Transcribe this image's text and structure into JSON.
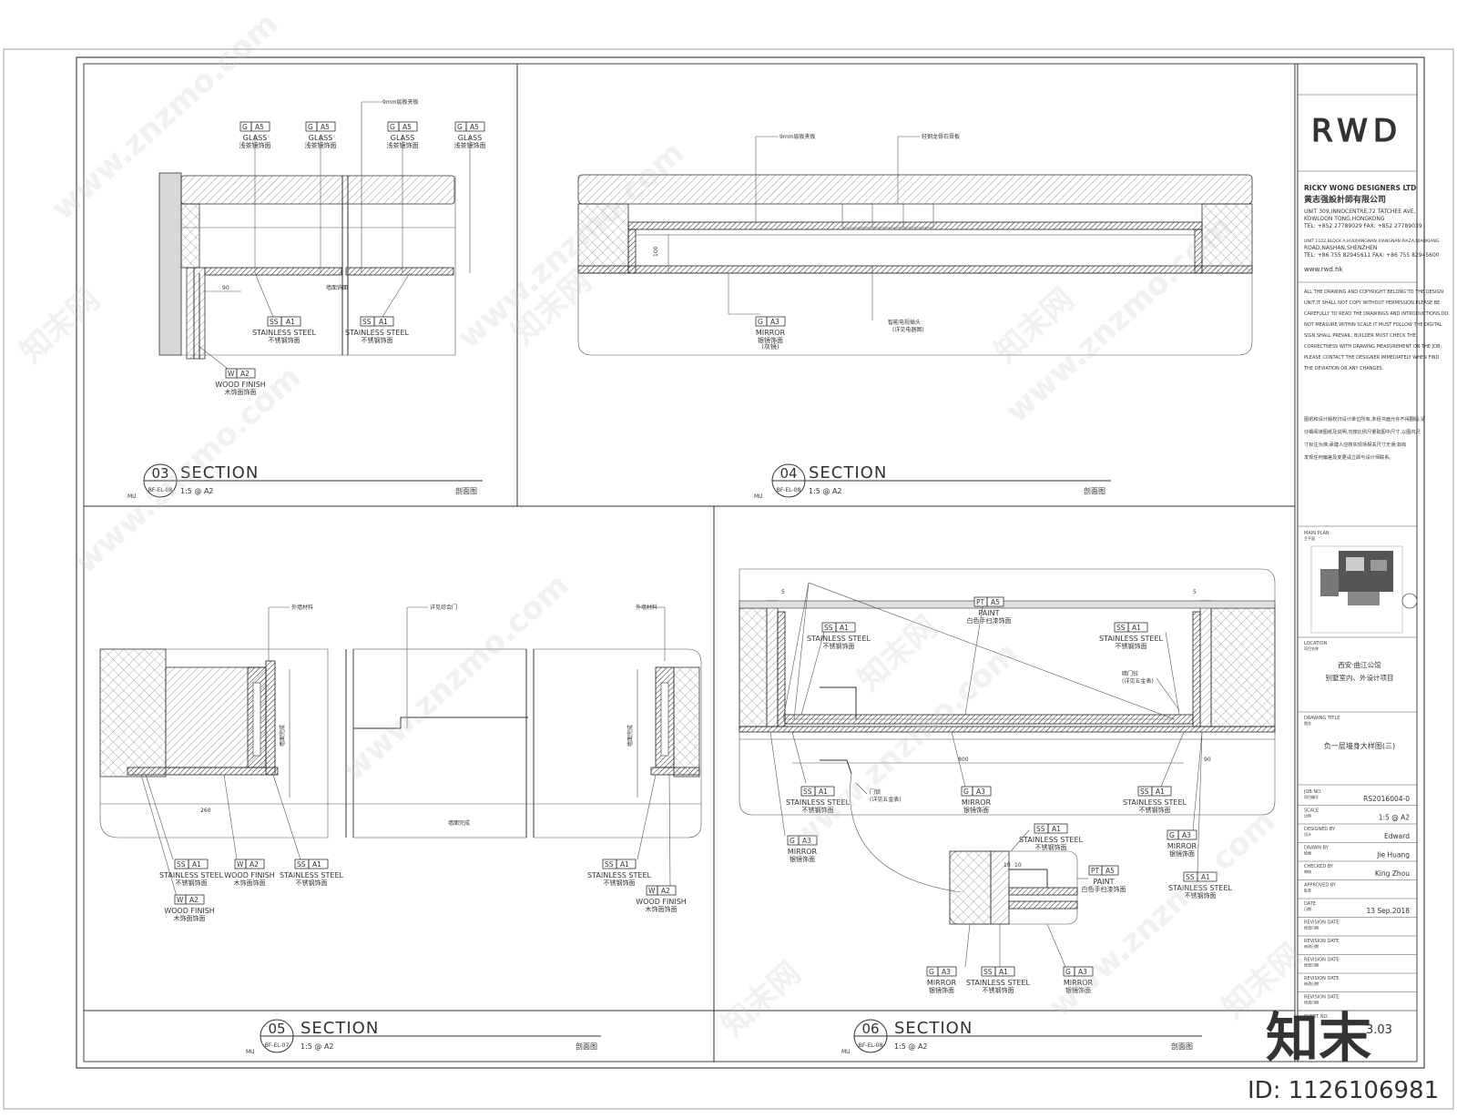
{
  "sections": [
    {
      "id": "s03",
      "number": "03",
      "title": "SECTION",
      "ref": "BF-EL-08",
      "mu": "MU",
      "scale": "1:5 @ A2",
      "cn_title": "剖面图",
      "tags": [
        {
          "code": "G",
          "num": "A5",
          "en": "GLASS",
          "cn": "浅茶镜饰面"
        },
        {
          "code": "G",
          "num": "A5",
          "en": "GLASS",
          "cn": "浅茶镜饰面"
        },
        {
          "code": "G",
          "num": "A5",
          "en": "GLASS",
          "cn": "浅茶镜饰面"
        },
        {
          "code": "G",
          "num": "A5",
          "en": "GLASS",
          "cn": "浅茶镜饰面"
        },
        {
          "code": "SS",
          "num": "A1",
          "en": "STAINLESS STEEL",
          "cn": "不锈钢饰面"
        },
        {
          "code": "SS",
          "num": "A1",
          "en": "STAINLESS STEEL",
          "cn": "不锈钢饰面"
        },
        {
          "code": "W",
          "num": "A2",
          "en": "WOOD FINISH",
          "cn": "木饰面饰面"
        }
      ],
      "notes": [
        "9mm层板夹板",
        "90",
        "墙面饰面"
      ]
    },
    {
      "id": "s04",
      "number": "04",
      "title": "SECTION",
      "ref": "BF-EL-08",
      "mu": "MU",
      "scale": "1:5 @ A2",
      "cn_title": "剖面图",
      "tags": [
        {
          "code": "G",
          "num": "A3",
          "en": "MIRROR",
          "cn": "银镜饰面",
          "extra": "(灰镜)"
        }
      ],
      "notes": [
        "9mm层板夹板",
        "轻钢龙骨石膏板",
        "100",
        "智能电视插头",
        "(详见电器图)"
      ]
    },
    {
      "id": "s05",
      "number": "05",
      "title": "SECTION",
      "ref": "BF-EL-07",
      "mu": "MU",
      "scale": "1:5 @ A2",
      "cn_title": "剖面图",
      "tags": [
        {
          "code": "SS",
          "num": "A1",
          "en": "STAINLESS STEEL",
          "cn": "不锈钢饰面"
        },
        {
          "code": "W",
          "num": "A2",
          "en": "WOOD FINISH",
          "cn": "木饰面饰面"
        },
        {
          "code": "SS",
          "num": "A1",
          "en": "STAINLESS STEEL",
          "cn": "不锈钢饰面"
        },
        {
          "code": "W",
          "num": "A2",
          "en": "WOOD FINISH",
          "cn": "木饰面饰面"
        },
        {
          "code": "SS",
          "num": "A1",
          "en": "STAINLESS STEEL",
          "cn": "不锈钢饰面"
        },
        {
          "code": "W",
          "num": "A2",
          "en": "WOOD FINISH",
          "cn": "木饰面饰面"
        }
      ],
      "notes": [
        "外墙材料",
        "详见综合门",
        "外墙材料",
        "260",
        "墙面完成",
        "墙面完成",
        "墙面完成"
      ]
    },
    {
      "id": "s06",
      "number": "06",
      "title": "SECTION",
      "ref": "BF-EL-08",
      "mu": "MU",
      "scale": "1:5 @ A2",
      "cn_title": "剖面图",
      "tags": [
        {
          "code": "PT",
          "num": "A5",
          "en": "PAINT",
          "cn": "白色手扫漆饰面"
        },
        {
          "code": "SS",
          "num": "A1",
          "en": "STAINLESS STEEL",
          "cn": "不锈钢饰面"
        },
        {
          "code": "SS",
          "num": "A1",
          "en": "STAINLESS STEEL",
          "cn": "不锈钢饰面"
        },
        {
          "code": "SS",
          "num": "A1",
          "en": "STAINLESS STEEL",
          "cn": "不锈钢饰面"
        },
        {
          "code": "G",
          "num": "A3",
          "en": "MIRROR",
          "cn": "银镜饰面"
        },
        {
          "code": "SS",
          "num": "A1",
          "en": "STAINLESS STEEL",
          "cn": "不锈钢饰面"
        },
        {
          "code": "G",
          "num": "A3",
          "en": "MIRROR",
          "cn": "银镜饰面"
        },
        {
          "code": "G",
          "num": "A3",
          "en": "MIRROR",
          "cn": "银镜饰面"
        },
        {
          "code": "SS",
          "num": "A1",
          "en": "STAINLESS STEEL",
          "cn": "不锈钢饰面"
        },
        {
          "code": "SS",
          "num": "A1",
          "en": "STAINLESS STEEL",
          "cn": "不锈钢饰面"
        },
        {
          "code": "PT",
          "num": "A5",
          "en": "PAINT",
          "cn": "白色手扫漆饰面"
        },
        {
          "code": "G",
          "num": "A3",
          "en": "MIRROR",
          "cn": "银镜饰面"
        },
        {
          "code": "SS",
          "num": "A1",
          "en": "STAINLESS STEEL",
          "cn": "不锈钢饰面"
        },
        {
          "code": "G",
          "num": "A3",
          "en": "MIRROR",
          "cn": "银镜饰面"
        }
      ],
      "notes": [
        "5",
        "5",
        "800",
        "90",
        "10",
        "10",
        "门锁",
        "(详见五金表)",
        "暗门铰",
        "(详见五金表)"
      ]
    }
  ],
  "title_block": {
    "logo": "RWD",
    "company_en": "RICKY WONG DESIGNERS LTD",
    "company_cn": "黄志强設計師有限公司",
    "address_hk": [
      "UNIT 309,INNOCENTRE,72 TATCHEE AVE,",
      "KOWLOON TONG,HONGKONG",
      "TEL: +852 27789029     FAX: +852 27789039"
    ],
    "address_sz": [
      "UNIT 1102,BLOCK A,HUIXIANGNAN XIANGNAN PIAZA,QIAOXIANG",
      "ROAD,NASHAN,SHENZHEN",
      "TEL: +86 755 82945611   FAX: +86 755 82945600"
    ],
    "website": "www.rwd.hk",
    "copyright": [
      "ALL THE DRAWING AND COPYRIGHT BELONG TO THE DESIGN",
      "UNIT,IT SHALL NOT COPY  WITHOUT PERMISSION.PLEASE BE",
      "CAREFULLY TO READ THE DRAWINGS AND INTRODUCTIONS,DO",
      "NOT MEASURE WITHIN SCALE.IT MUST FOLLOW THE DIGITAL",
      "SIGN SHALL PREVAIL. BUILDER MUST CHECK THE",
      "CORRECTNESS WITH DRAWING MEASUREMENT ON THE JOB;",
      "PLEASE CONTACT THE DESIGNER IMMEDIATELY WHEN FIND",
      "THE DEVIATION OR ANY CHANGES."
    ],
    "copyright_cn": [
      "图纸和设计版权归设计单位所有,未经书面允许不得翻版;请",
      "仔细阅读图纸及说明,勿按比例尺量取图中尺寸,以图内尺",
      "寸标注为准;承建人应核实现场相关尺寸无误;如有",
      "发现任何偏差及变更请立即与设计师联系。"
    ],
    "main_plan_label": "MAIN PLAN",
    "main_plan_cn": "主平面",
    "location_label": "LOCATION",
    "location_cn": "项目名称",
    "location_value": [
      "西安·曲江公馆",
      "别墅室内、外设计项目"
    ],
    "drawing_title_label": "DRAWING TITLE",
    "drawing_title_cn": "图名",
    "drawing_title": "负一层墙身大样图(三)",
    "fields": [
      {
        "label": "JOB NO.",
        "cn": "项目编号",
        "value": "RS2016004-0"
      },
      {
        "label": "SCALE",
        "cn": "比例",
        "value": "1:5 @ A2"
      },
      {
        "label": "DESIGNED BY",
        "cn": "设计",
        "value": "Edward"
      },
      {
        "label": "DRAWN BY",
        "cn": "绘图",
        "value": "Jie Huang"
      },
      {
        "label": "CHECKED BY",
        "cn": "审核",
        "value": "King Zhou"
      },
      {
        "label": "APPROVED BY",
        "cn": "批准",
        "value": ""
      },
      {
        "label": "DATE",
        "cn": "日期",
        "value": "13 Sep.2018"
      },
      {
        "label": "REVISION DATE",
        "cn": "修改日期",
        "value": ""
      },
      {
        "label": "REVISION DATE",
        "cn": "修改日期",
        "value": ""
      },
      {
        "label": "REVISION DATE",
        "cn": "修改日期",
        "value": ""
      },
      {
        "label": "REVISION DATE",
        "cn": "修改日期",
        "value": ""
      },
      {
        "label": "REVISION DATE",
        "cn": "修改日期",
        "value": ""
      }
    ],
    "sheet_label": "SHEET NO.",
    "sheet_no": "3.03"
  },
  "watermark": {
    "site": "www.znzmo.com",
    "brand": "知末网",
    "brand_big": "知末",
    "id_text": "ID: 1126106981"
  }
}
